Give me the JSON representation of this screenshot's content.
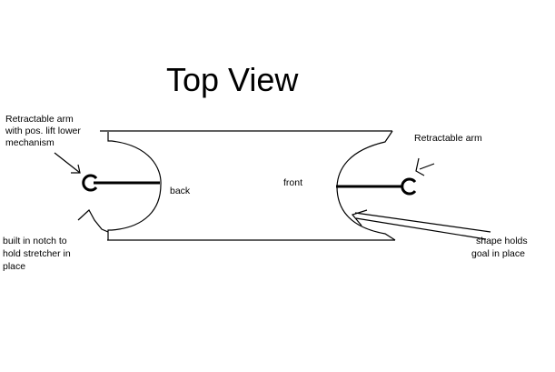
{
  "title": "Top View",
  "labels": {
    "left_arm": [
      "Retractable arm",
      "with pos. lift lower",
      "mechanism"
    ],
    "right_arm": "Retractable arm",
    "back": "back",
    "front": "front",
    "notch": [
      "built in notch to",
      "hold stretcher in",
      "place"
    ],
    "shape": [
      "shape holds",
      "goal in place"
    ]
  }
}
